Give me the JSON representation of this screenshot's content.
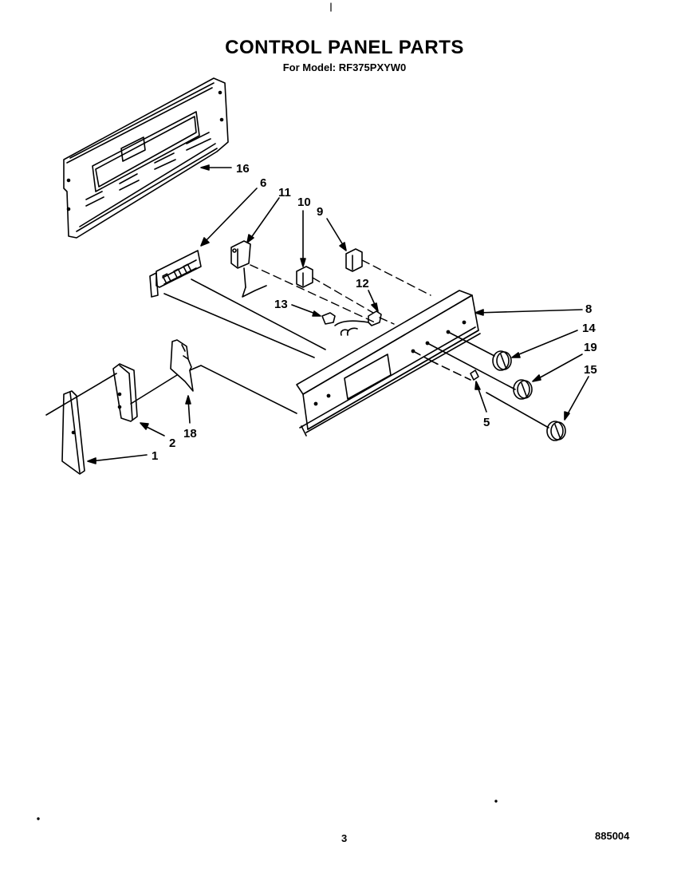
{
  "header": {
    "title": "CONTROL PANEL PARTS",
    "subtitle": "For Model: RF375PXYW0"
  },
  "callouts": [
    {
      "id": "16",
      "label": "16",
      "part": "rear-panel"
    },
    {
      "id": "6",
      "label": "6",
      "part": "clock-module"
    },
    {
      "id": "11",
      "label": "11",
      "part": "switch-with-sensor"
    },
    {
      "id": "10",
      "label": "10",
      "part": "switch"
    },
    {
      "id": "9",
      "label": "9",
      "part": "switch"
    },
    {
      "id": "12",
      "label": "12",
      "part": "connector"
    },
    {
      "id": "13",
      "label": "13",
      "part": "connector"
    },
    {
      "id": "8",
      "label": "8",
      "part": "control-panel"
    },
    {
      "id": "14",
      "label": "14",
      "part": "knob"
    },
    {
      "id": "19",
      "label": "19",
      "part": "knob"
    },
    {
      "id": "15",
      "label": "15",
      "part": "knob"
    },
    {
      "id": "5",
      "label": "5",
      "part": "indicator-light"
    },
    {
      "id": "1",
      "label": "1",
      "part": "end-cap"
    },
    {
      "id": "2",
      "label": "2",
      "part": "end-cap-insert"
    },
    {
      "id": "18",
      "label": "18",
      "part": "bracket"
    }
  ],
  "footer": {
    "page_number": "3",
    "document_number": "885004"
  }
}
